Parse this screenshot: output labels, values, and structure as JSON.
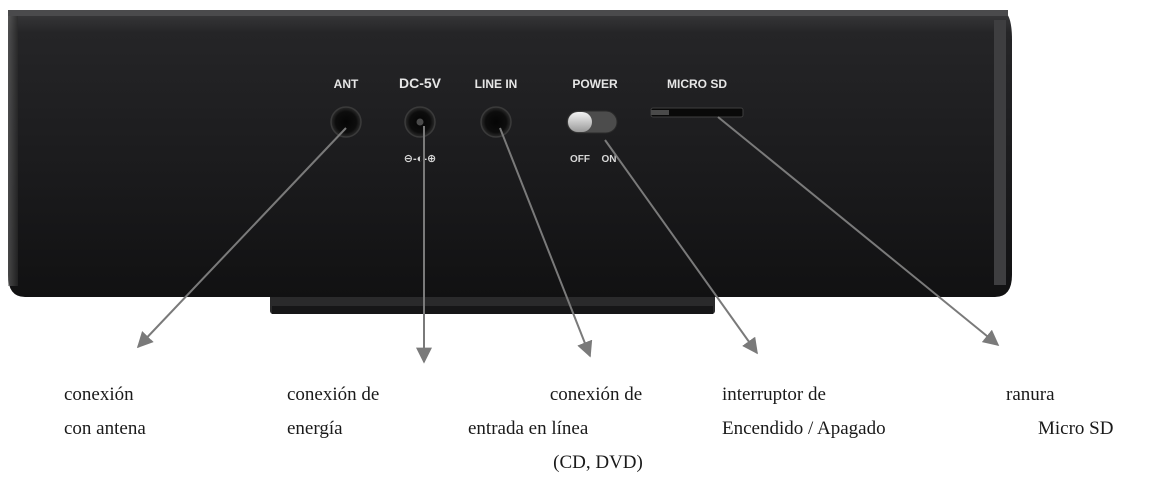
{
  "panel": {
    "ant_label": "ANT",
    "dc_label": "DC-5V",
    "dc_polarity": "⊖-◐-⊕",
    "line_in_label": "LINE IN",
    "power_label": "POWER",
    "off_label": "OFF",
    "on_label": "ON",
    "microsd_label": "MICRO SD"
  },
  "captions": {
    "antenna": {
      "line1": "conexión",
      "line2": "con antena"
    },
    "power_connector": {
      "line1": "conexión de",
      "line2": "energía"
    },
    "line_in": {
      "line1": "conexión de",
      "line2": "entrada en línea",
      "line3": "(CD, DVD)"
    },
    "switch": {
      "line1": "interruptor de",
      "line2": "Encendido / Apagado"
    },
    "slot": {
      "line1": "ranura",
      "line2": "Micro SD"
    }
  },
  "colors": {
    "body": "#1c1c1e",
    "arrow": "#7a7a7a",
    "text": "#1a1a1a"
  }
}
